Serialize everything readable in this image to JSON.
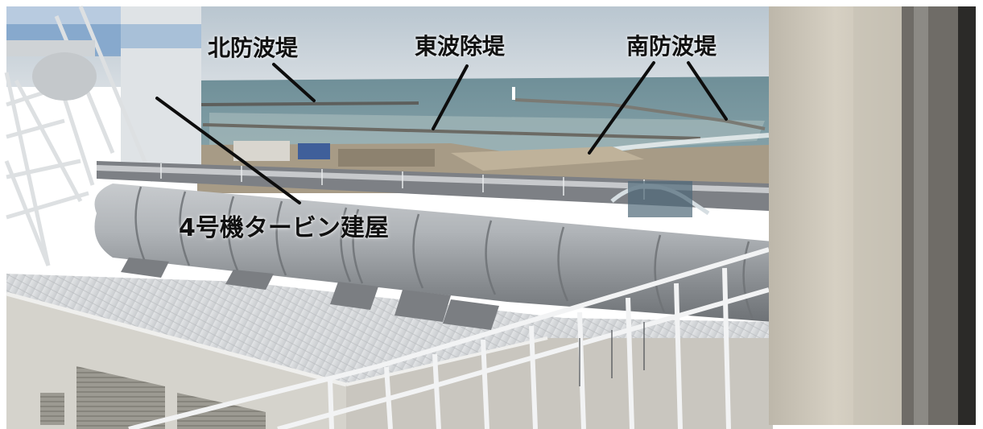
{
  "labels": {
    "north_breakwater": "北防波堤",
    "east_breakwater": "東波除堤",
    "south_breakwater": "南防波堤",
    "turbine_building": "4号機タービン建屋"
  },
  "colors": {
    "sky": "#c9d2da",
    "sea": "#7f9ea6",
    "pipe": "#9a9ea2",
    "roof": "#d8dadc",
    "wall": "#e4e2dc",
    "label_text": "#111111",
    "pointer_line": "#0d0d0d"
  }
}
